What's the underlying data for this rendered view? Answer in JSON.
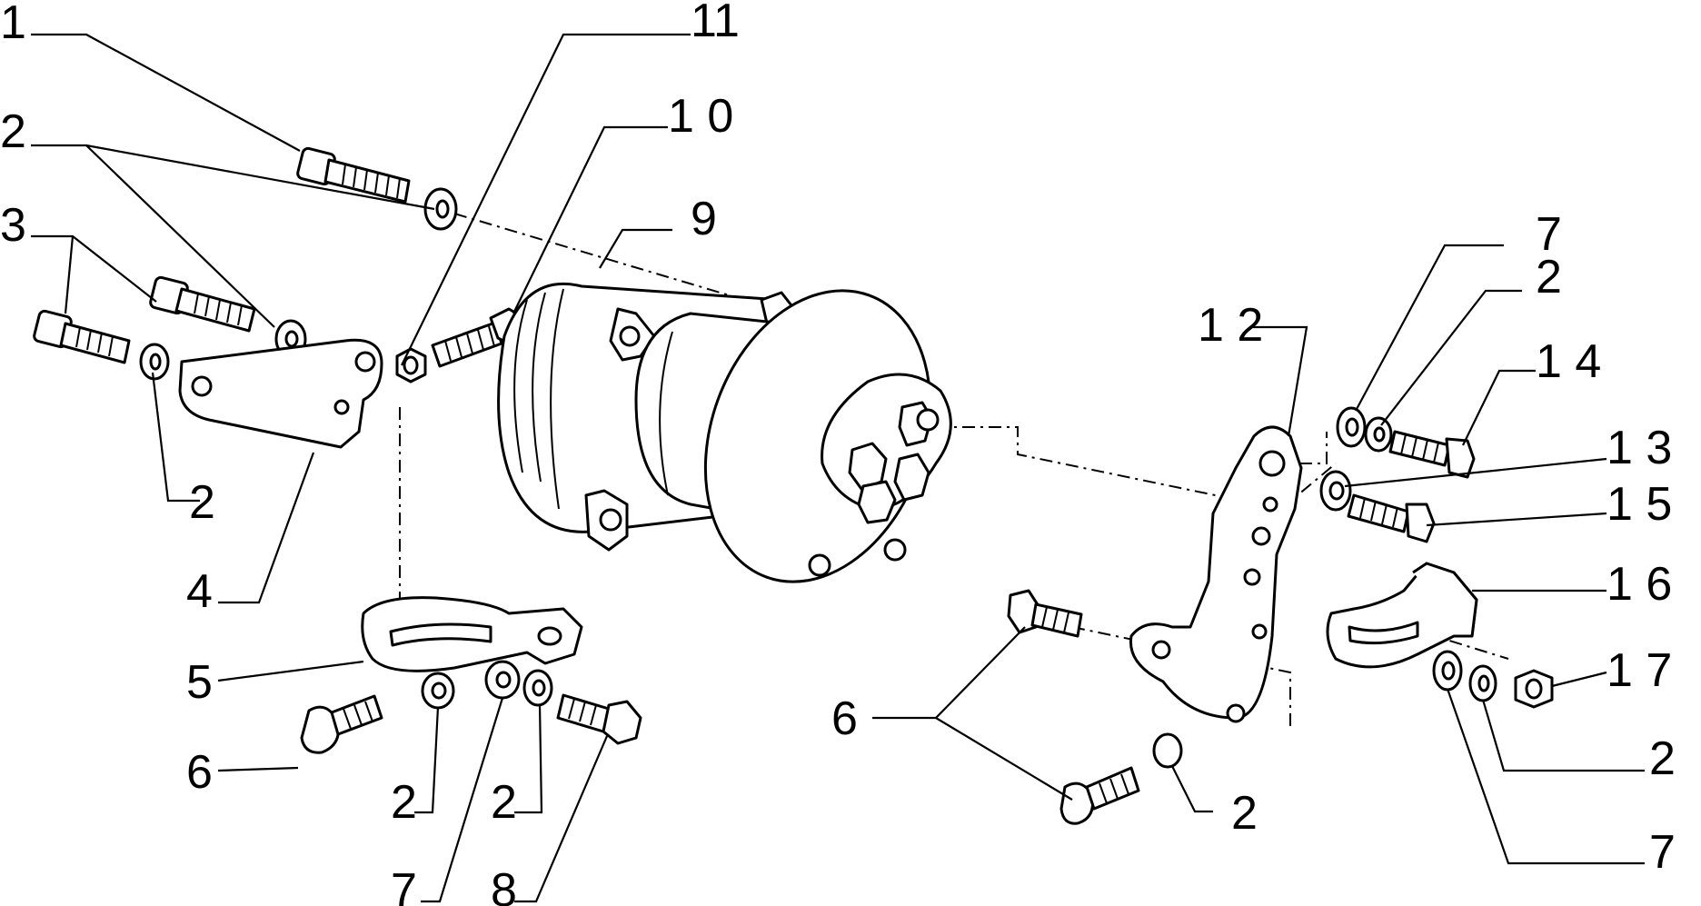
{
  "diagram": {
    "labels": {
      "l1": "1",
      "l2a": "2",
      "l3": "3",
      "l2b": "2",
      "l4": "4",
      "l5": "5",
      "l6a": "6",
      "l2c": "2",
      "l2d": "2",
      "l7a": "7",
      "l8": "8",
      "l11": "11",
      "l10": "1 0",
      "l9": "9",
      "l12": "1 2",
      "l7b": "7",
      "l2e": "2",
      "l14": "1 4",
      "l13": "1 3",
      "l15": "1 5",
      "l16": "1 6",
      "l17": "1 7",
      "l6b": "6",
      "l2f": "2",
      "l2g": "2",
      "l7c": "7"
    },
    "stroke_color": "#000000",
    "background_color": "#ffffff"
  }
}
